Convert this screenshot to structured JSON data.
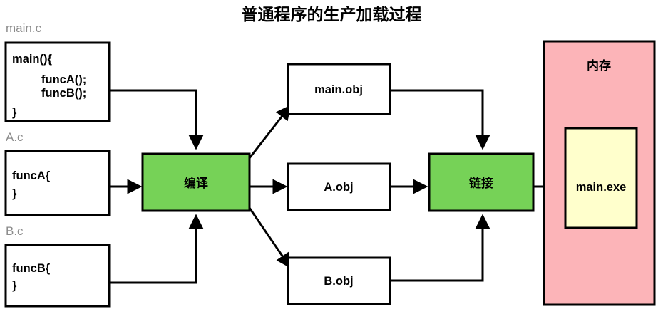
{
  "title": "普通程序的生产加载过程",
  "colors": {
    "green": "#76d257",
    "pink": "#fcb4b8",
    "yellow": "#ffffcc",
    "white": "#ffffff",
    "stroke": "#000000",
    "file_label": "#8c8c8c"
  },
  "sources": [
    {
      "name": "main.c",
      "lines": [
        "main(){",
        "funcA();",
        "funcB();",
        "}"
      ]
    },
    {
      "name": "A.c",
      "lines": [
        "funcA{",
        "}"
      ]
    },
    {
      "name": "B.c",
      "lines": [
        "funcB{",
        "}"
      ]
    }
  ],
  "stages": {
    "compile": "编译",
    "link": "链接"
  },
  "objects": [
    {
      "label": "main.obj"
    },
    {
      "label": "A.obj"
    },
    {
      "label": "B.obj"
    }
  ],
  "memory": {
    "label": "内存",
    "executable": "main.exe"
  },
  "flow": {
    "type": "diagram",
    "kind": "flowchart",
    "edges": [
      {
        "from": "main.c",
        "to": "编译"
      },
      {
        "from": "A.c",
        "to": "编译"
      },
      {
        "from": "B.c",
        "to": "编译"
      },
      {
        "from": "编译",
        "to": "main.obj"
      },
      {
        "from": "编译",
        "to": "A.obj"
      },
      {
        "from": "编译",
        "to": "B.obj"
      },
      {
        "from": "main.obj",
        "to": "链接"
      },
      {
        "from": "A.obj",
        "to": "链接"
      },
      {
        "from": "B.obj",
        "to": "链接"
      },
      {
        "from": "链接",
        "to": "main.exe"
      }
    ]
  }
}
